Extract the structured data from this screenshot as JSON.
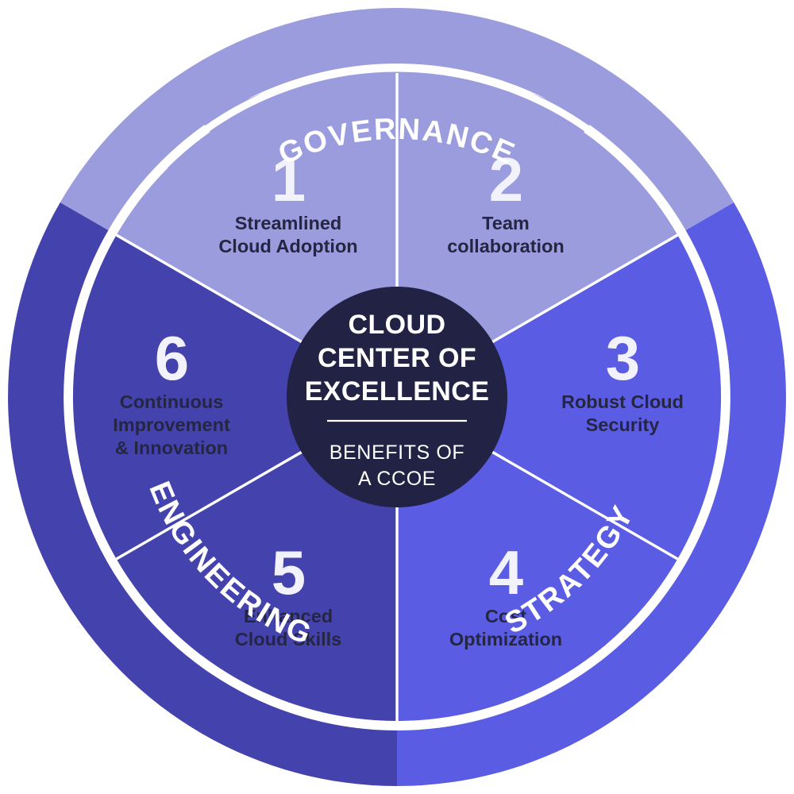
{
  "diagram": {
    "title": "Benefits of a CCoE wheel diagram",
    "center": {
      "title_lines": [
        "CLOUD",
        "CENTER OF",
        "EXCELLENCE"
      ],
      "subtitle_lines": [
        "BENEFITS OF",
        "A CCOE"
      ]
    },
    "outer_ring_labels": [
      {
        "text": "GOVERNANCE",
        "color": "#9B9CDE"
      },
      {
        "text": "STRATEGY",
        "color": "#5B5CE4"
      },
      {
        "text": "ENGINEERING",
        "color": "#4442AC"
      }
    ],
    "segments": [
      {
        "number": "1",
        "label_lines": [
          "Streamlined",
          "Cloud Adoption"
        ],
        "color": "#9B9CDE",
        "category": "GOVERNANCE"
      },
      {
        "number": "2",
        "label_lines": [
          "Team",
          "collaboration"
        ],
        "color": "#9B9CDE",
        "category": "GOVERNANCE"
      },
      {
        "number": "3",
        "label_lines": [
          "Robust Cloud",
          "Security"
        ],
        "color": "#5B5CE4",
        "category": "STRATEGY"
      },
      {
        "number": "4",
        "label_lines": [
          "Cost",
          "Optimization"
        ],
        "color": "#5B5CE4",
        "category": "STRATEGY"
      },
      {
        "number": "5",
        "label_lines": [
          "Enhanced",
          "Cloud Skills"
        ],
        "color": "#4442AC",
        "category": "ENGINEERING"
      },
      {
        "number": "6",
        "label_lines": [
          "Continuous",
          "Improvement",
          "& Innovation"
        ],
        "color": "#4442AC",
        "category": "ENGINEERING"
      }
    ],
    "colors": {
      "light_purple": "#9B9CDE",
      "bright_blue": "#5B5CE4",
      "dark_indigo": "#4442AC",
      "center_navy": "#222244",
      "number_white": "#F1F2FB",
      "label_navy": "#252544",
      "separator_white": "#FFFFFF",
      "background": "#FFFFFF"
    }
  }
}
